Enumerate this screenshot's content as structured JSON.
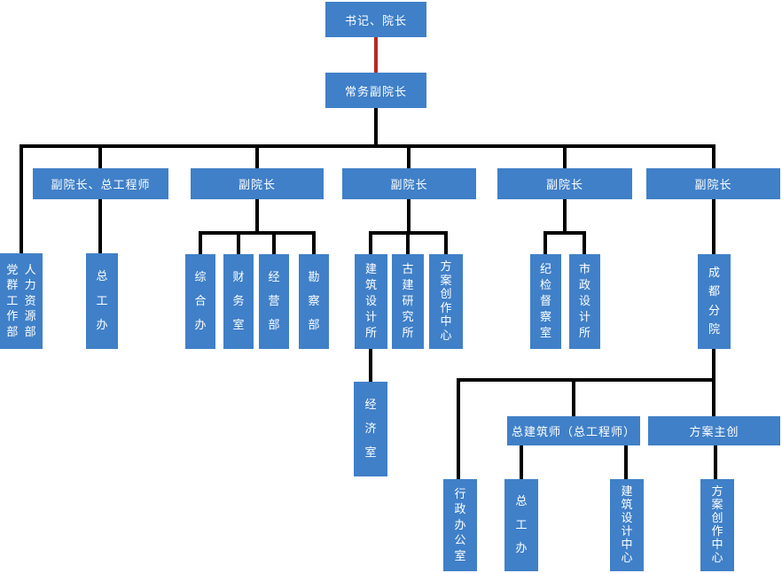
{
  "colors": {
    "node_fill": "#4080C8",
    "node_text": "#FFFFFF",
    "connector": "#000000",
    "special_connector_red": "#B42B22",
    "background": "#FFFFFF"
  },
  "nodes": {
    "secretary_dean": {
      "label": "书记、院长"
    },
    "exec_vice_dean": {
      "label": "常务副院长"
    },
    "vice_dean_chief_engineer": {
      "label": "副院长、总工程师"
    },
    "vice_dean_2": {
      "label": "副院长"
    },
    "vice_dean_3": {
      "label": "副院长"
    },
    "vice_dean_4": {
      "label": "副院长"
    },
    "vice_dean_5": {
      "label": "副院长"
    },
    "party_mass_dept": {
      "label": "党群工作部"
    },
    "hr_dept": {
      "label": "人力资源部"
    },
    "chief_engineer_office": {
      "label": "总工办"
    },
    "general_office": {
      "label": "综合办"
    },
    "finance_office": {
      "label": "财务室"
    },
    "operations_dept": {
      "label": "经营部"
    },
    "survey_dept": {
      "label": "勘察部"
    },
    "architecture_design_institute": {
      "label": "建筑设计所"
    },
    "ancient_architecture_institute": {
      "label": "古建研究所"
    },
    "scheme_creation_center": {
      "label": "方案创作中心"
    },
    "discipline_inspection_office": {
      "label": "纪检督察室"
    },
    "municipal_design_institute": {
      "label": "市政设计所"
    },
    "chengdu_branch": {
      "label": "成都分院"
    },
    "economics_office": {
      "label": "经济室"
    },
    "chief_architect": {
      "label": "总建筑师（总工程师）"
    },
    "scheme_lead": {
      "label": "方案主创"
    },
    "admin_office": {
      "label": "行政办公室"
    },
    "branch_chief_engineer_office": {
      "label": "总工办"
    },
    "architecture_design_center": {
      "label": "建筑设计中心"
    },
    "branch_scheme_creation_center": {
      "label": "方案创作中心"
    }
  }
}
